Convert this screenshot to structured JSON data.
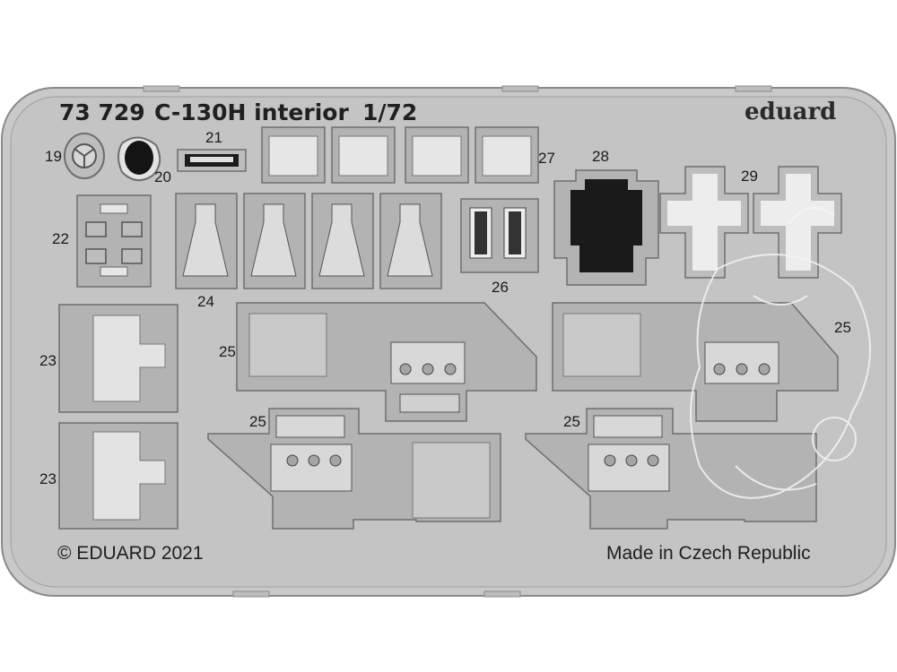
{
  "sheet": {
    "code": "73 729",
    "name": "C-130H interior",
    "scale": "1/72",
    "brand": "eduard",
    "copyright": "© EDUARD 2021",
    "origin": "Made in Czech Republic"
  },
  "part_numbers": {
    "p19": "19",
    "p20": "20",
    "p21": "21",
    "p22": "22",
    "p23a": "23",
    "p23b": "23",
    "p24": "24",
    "p25a": "25",
    "p25b": "25",
    "p25c": "25",
    "p25d": "25",
    "p26": "26",
    "p27": "27",
    "p28": "28",
    "p29": "29"
  },
  "colors": {
    "fret": "#c7c7c7",
    "fret_edge": "#8c8c8c",
    "part_fill": "#b9b9b9",
    "part_light": "#ececec",
    "painted_black": "#1b1b1b"
  }
}
